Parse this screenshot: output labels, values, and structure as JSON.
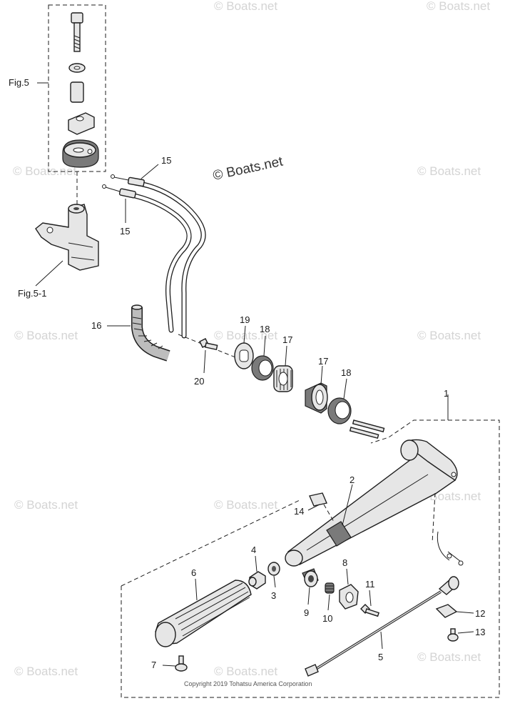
{
  "watermark": "© Boats.net",
  "watermark_center": "© Boats.net",
  "copyright": "Copyright 2019 Tohatsu America Corporation",
  "refs": {
    "fig5": "Fig.5",
    "fig51": "Fig.5-1"
  },
  "callouts": {
    "p1": "1",
    "p2": "2",
    "p3": "3",
    "p4": "4",
    "p5": "5",
    "p6": "6",
    "p7": "7",
    "p8": "8",
    "p9": "9",
    "p10": "10",
    "p11": "11",
    "p12": "12",
    "p13": "13",
    "p14": "14",
    "p15a": "15",
    "p15b": "15",
    "p16": "16",
    "p17a": "17",
    "p17b": "17",
    "p18a": "18",
    "p18b": "18",
    "p19": "19",
    "p20": "20"
  }
}
